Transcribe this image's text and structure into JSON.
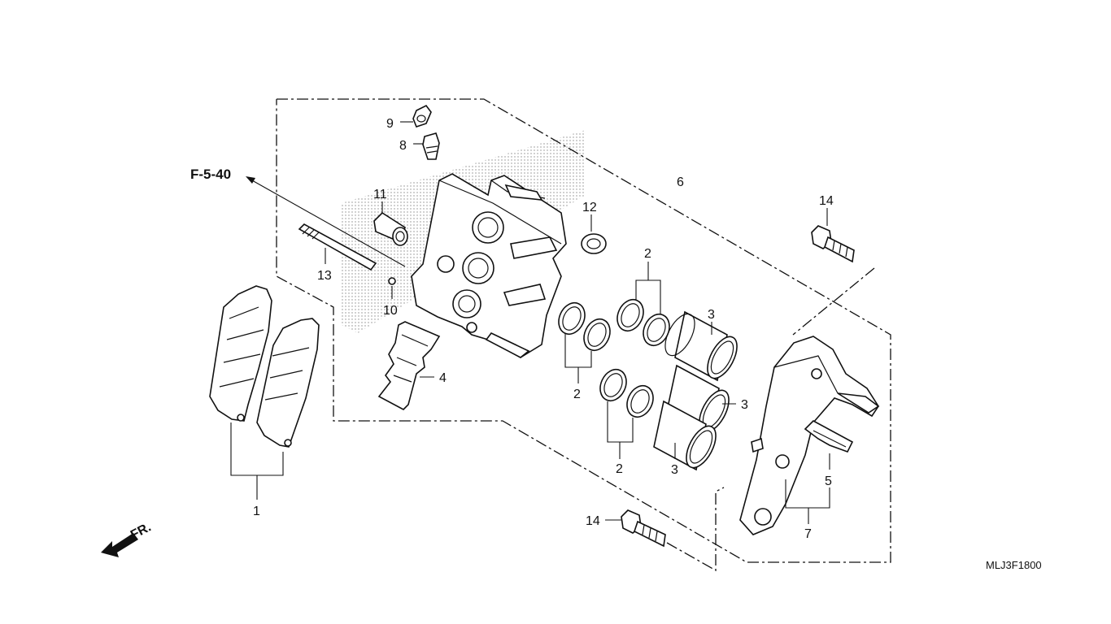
{
  "reference_label": "F-5-40",
  "direction_label": "FR.",
  "diagram_code": "MLJ3F1800",
  "callouts": {
    "c1": "1",
    "c2a": "2",
    "c2b": "2",
    "c2c": "2",
    "c3a": "3",
    "c3b": "3",
    "c3c": "3",
    "c4": "4",
    "c5": "5",
    "c6": "6",
    "c7": "7",
    "c8": "8",
    "c9": "9",
    "c10": "10",
    "c11": "11",
    "c12": "12",
    "c13": "13",
    "c14a": "14",
    "c14b": "14"
  }
}
